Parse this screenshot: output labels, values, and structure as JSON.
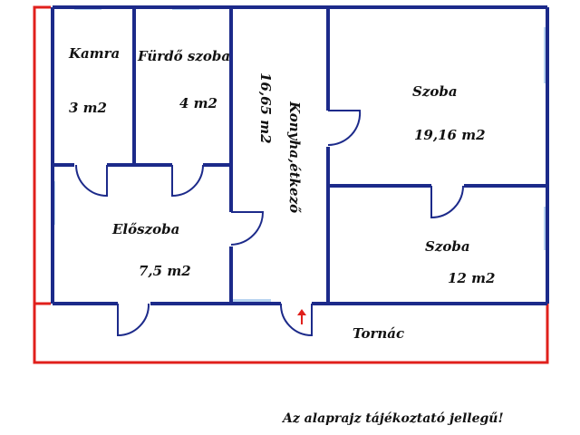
{
  "plan": {
    "rooms": {
      "kamra": {
        "name": "Kamra",
        "area": "3 m2"
      },
      "furdo": {
        "name": "Fürdő szoba",
        "area": "4 m2"
      },
      "konyha": {
        "name": "Konyha,étkező",
        "area": "16,65 m2"
      },
      "szoba1": {
        "name": "Szoba",
        "area": "19,16 m2"
      },
      "eloszoba": {
        "name": "Előszoba",
        "area": "7,5 m2"
      },
      "szoba2": {
        "name": "Szoba",
        "area": "12 m2"
      },
      "tornac": {
        "name": "Tornác"
      }
    },
    "note": "Az alaprajz tájékoztató jellegű!",
    "colors": {
      "wall": "#1c2a8a",
      "outline": "#e0201c",
      "window": "#b8d4f0"
    }
  }
}
